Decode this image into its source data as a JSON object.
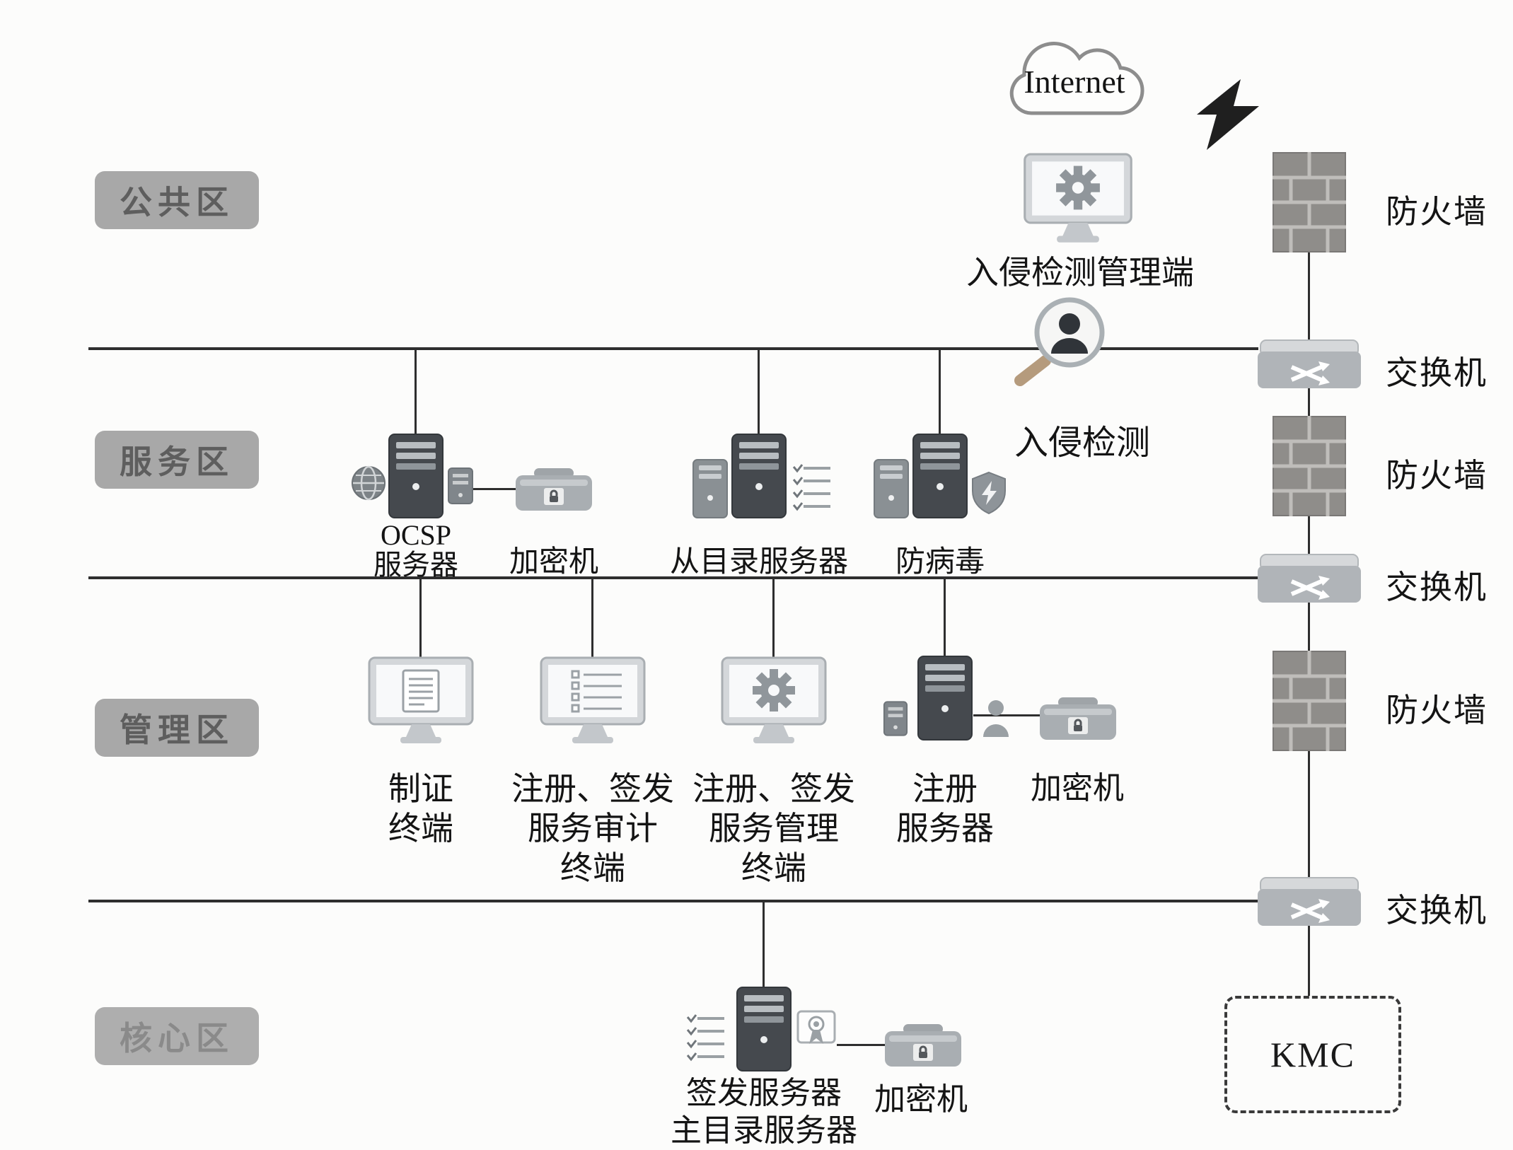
{
  "colors": {
    "line": "#2e2e2e",
    "zone_bg": "#a8a8a8",
    "zone_text": "#5e5e5e",
    "server_body": "#45494e",
    "device_gray": "#a9aeb2"
  },
  "internet": {
    "label": "Internet"
  },
  "zones": {
    "public": "公共区",
    "service": "服务区",
    "management": "管理区",
    "core": "核心区"
  },
  "intrusion": {
    "console_label": "入侵检测管理端",
    "detector_label": "入侵检测"
  },
  "service_zone": {
    "ocsp_label": "OCSP\n服务器",
    "hsm_label": "加密机",
    "directory_label": "从目录服务器",
    "antivirus_label": "防病毒"
  },
  "management_zone": {
    "cert_terminal_label": "制证\n终端",
    "audit_terminal_label": "注册、签发\n服务审计\n终端",
    "mgmt_terminal_label": "注册、签发\n服务管理\n终端",
    "reg_server_label": "注册\n服务器",
    "hsm_label": "加密机"
  },
  "core_zone": {
    "issuing_server_label": "签发服务器\n主目录服务器",
    "hsm_label": "加密机"
  },
  "edge": {
    "firewall_label": "防火墙",
    "switch_label": "交换机",
    "kmc_label": "KMC"
  }
}
